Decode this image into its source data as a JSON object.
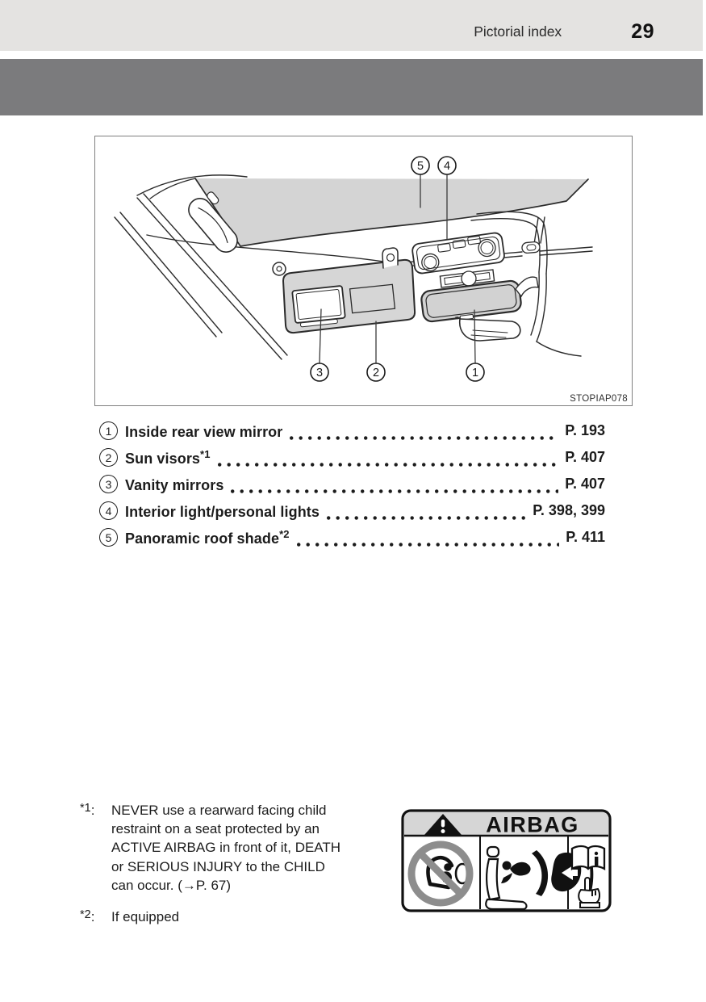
{
  "header": {
    "title": "Pictorial index",
    "page_number": "29"
  },
  "figure": {
    "code": "STOPIAP078",
    "description": "Overhead interior view: panoramic roof shade, sun visor with vanity mirror, overhead console lights, inside rear view mirror",
    "callouts": [
      "1",
      "2",
      "3",
      "4",
      "5"
    ]
  },
  "index_list": {
    "items": [
      {
        "num": "1",
        "label": "Inside rear view mirror",
        "sup": "",
        "page": "P. 193"
      },
      {
        "num": "2",
        "label": "Sun visors",
        "sup": "*1",
        "page": "P. 407"
      },
      {
        "num": "3",
        "label": "Vanity mirrors",
        "sup": "",
        "page": "P. 407"
      },
      {
        "num": "4",
        "label": "Interior light/personal lights",
        "sup": "",
        "page": "P. 398, 399"
      },
      {
        "num": "5",
        "label": "Panoramic roof shade",
        "sup": "*2",
        "page": "P. 411"
      }
    ]
  },
  "footnotes": [
    {
      "marker": "*1",
      "separator": ":",
      "text": "NEVER use a rearward facing child\nrestraint on a seat protected by an\nACTIVE AIRBAG in front of it, DEATH\nor SERIOUS INJURY to the CHILD\ncan occur. (→P. 67)"
    },
    {
      "marker": "*2",
      "separator": ":",
      "text": "If equipped"
    }
  ],
  "airbag_label": {
    "title": "AIRBAG"
  },
  "colors": {
    "header_band": "#e4e3e1",
    "section_bar": "#7b7b7d",
    "diagram_gray": "#d4d4d4",
    "visor_gray": "#d6d6d6",
    "mirror_gray": "#d2d2d2",
    "label_band_gray": "#d6d6d6",
    "prohibition_gray": "#8d8d8d",
    "text": "#1c1c1c"
  }
}
